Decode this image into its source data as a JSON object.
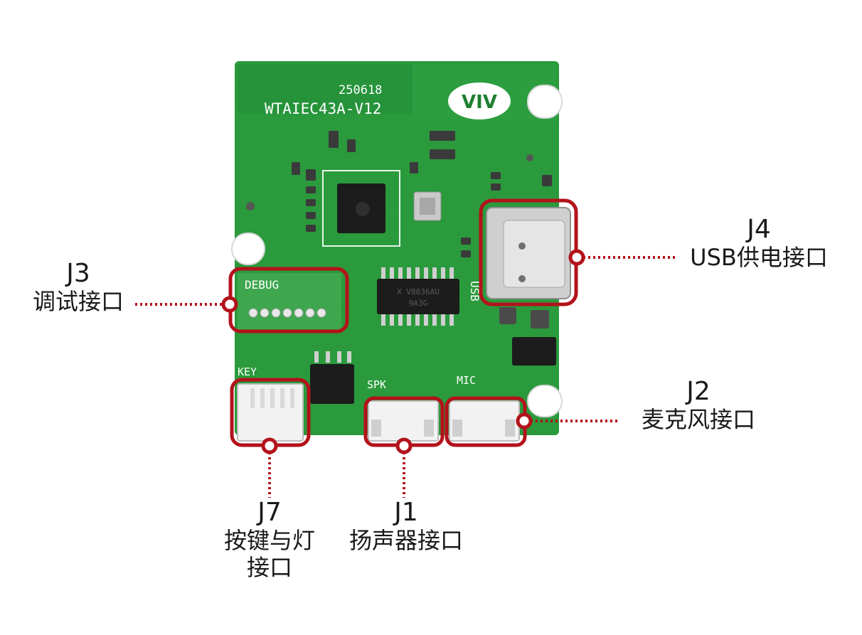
{
  "board": {
    "date_code": "250618",
    "model": "WTAIEC43A-V12",
    "logo_text": "VIV",
    "silk_debug": "DEBUG",
    "silk_key": "KEY",
    "silk_spk": "SPK",
    "silk_mic": "MIC",
    "silk_usb": "USB",
    "chip_marking_1": "X V8036AU",
    "chip_marking_2": "9A3G"
  },
  "callouts": [
    {
      "id": "J4",
      "code": "J4",
      "desc": "USB供电接口"
    },
    {
      "id": "J3",
      "code": "J3",
      "desc": "调试接口"
    },
    {
      "id": "J2",
      "code": "J2",
      "desc": "麦克风接口"
    },
    {
      "id": "J7",
      "code": "J7",
      "desc": "按键与灯",
      "desc2": "接口"
    },
    {
      "id": "J1",
      "code": "J1",
      "desc": "扬声器接口"
    }
  ],
  "colors": {
    "pcb": "#2a9a3c",
    "pcb_dark": "#1f7f2f",
    "highlight": "#b3121b",
    "silkscreen": "#ffffff",
    "connector": "#f2f2f2",
    "chip": "#1c1c1c"
  }
}
